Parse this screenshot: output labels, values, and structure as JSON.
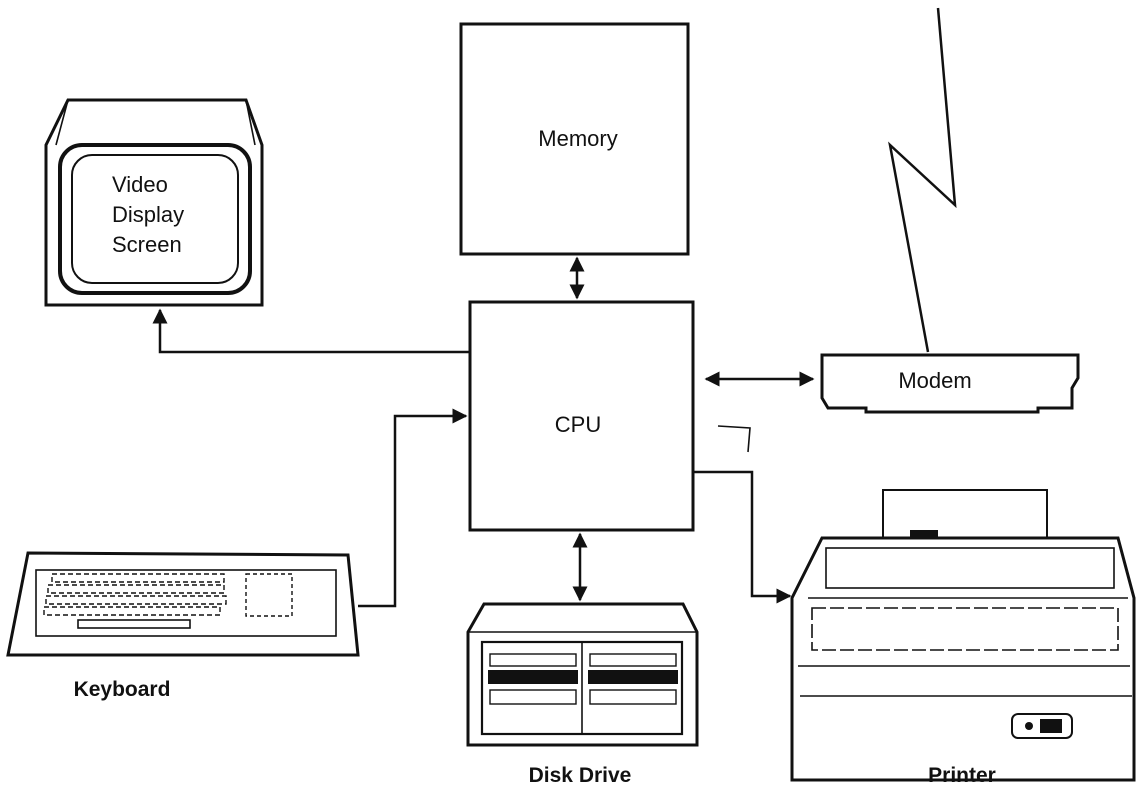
{
  "components": {
    "memory": {
      "label": "Memory"
    },
    "cpu": {
      "label": "CPU"
    },
    "display": {
      "line1": "Video",
      "line2": "Display",
      "line3": "Screen"
    },
    "modem": {
      "label": "Modem"
    },
    "keyboard": {
      "label": "Keyboard"
    },
    "disk_drive": {
      "label": "Disk Drive"
    },
    "printer": {
      "label": "Printer"
    }
  },
  "colors": {
    "ink": "#111111",
    "paper": "#ffffff"
  }
}
